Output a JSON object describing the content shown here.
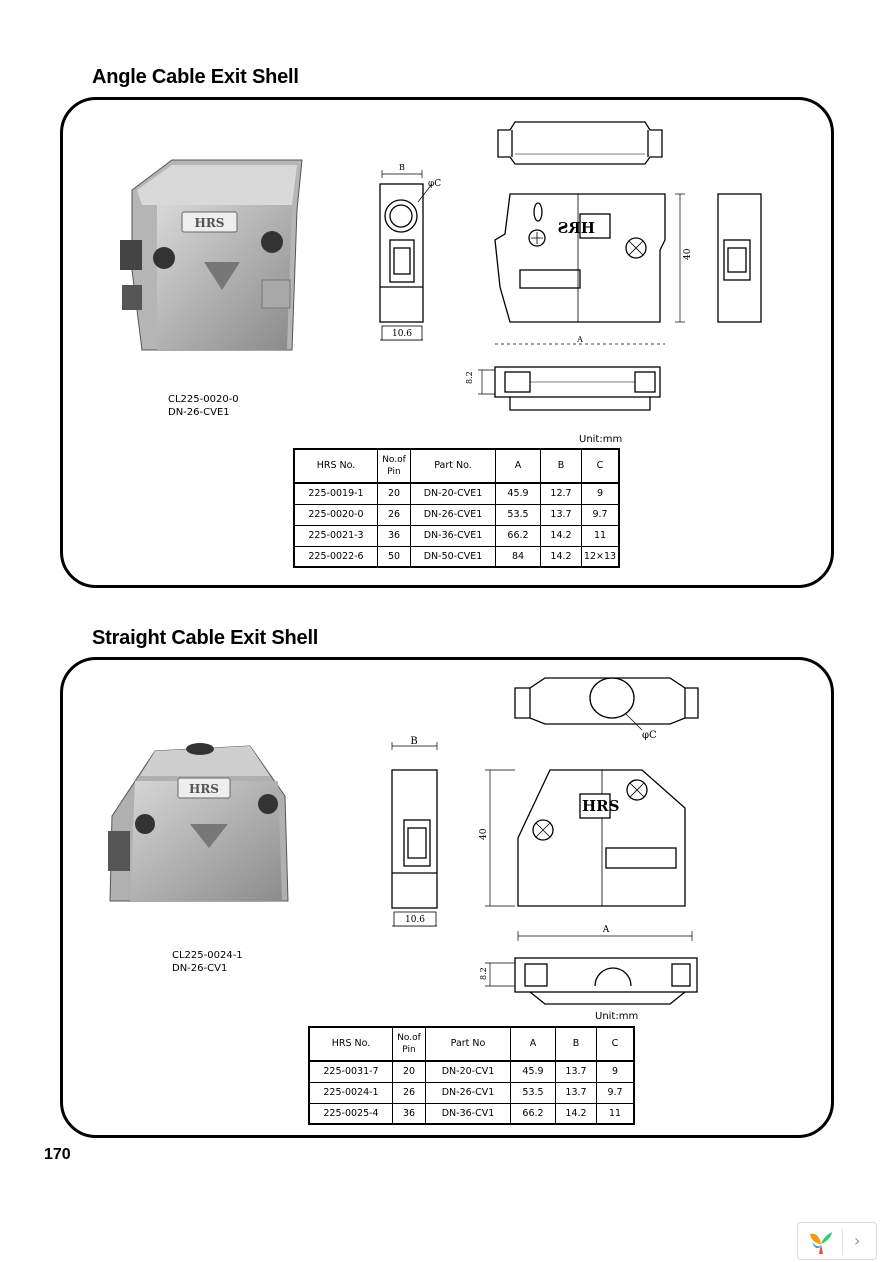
{
  "sections": [
    {
      "title": "Angle Cable Exit Shell",
      "caption": [
        "CL225-0020-0",
        "DN-26-CVE1"
      ],
      "unit": "Unit:mm",
      "drawing_labels": {
        "b": "B",
        "c": "φC",
        "width": "10.6",
        "height": "40",
        "a": "A",
        "depth": "8.2"
      },
      "table": {
        "headers": [
          "HRS No.",
          "No.of Pin",
          "Part No.",
          "A",
          "B",
          "C"
        ],
        "rows": [
          [
            "225-0019-1",
            "20",
            "DN-20-CVE1",
            "45.9",
            "12.7",
            "9"
          ],
          [
            "225-0020-0",
            "26",
            "DN-26-CVE1",
            "53.5",
            "13.7",
            "9.7"
          ],
          [
            "225-0021-3",
            "36",
            "DN-36-CVE1",
            "66.2",
            "14.2",
            "11"
          ],
          [
            "225-0022-6",
            "50",
            "DN-50-CVE1",
            "84",
            "14.2",
            "12×13"
          ]
        ]
      }
    },
    {
      "title": "Straight Cable Exit Shell",
      "caption": [
        "CL225-0024-1",
        "DN-26-CV1"
      ],
      "unit": "Unit:mm",
      "drawing_labels": {
        "b": "B",
        "c": "φC",
        "width": "10.6",
        "height": "40",
        "a": "A",
        "depth": "8.2"
      },
      "table": {
        "headers": [
          "HRS No.",
          "No.of Pin",
          "Part No",
          "A",
          "B",
          "C"
        ],
        "rows": [
          [
            "225-0031-7",
            "20",
            "DN-20-CV1",
            "45.9",
            "13.7",
            "9"
          ],
          [
            "225-0024-1",
            "26",
            "DN-26-CV1",
            "53.5",
            "13.7",
            "9.7"
          ],
          [
            "225-0025-4",
            "36",
            "DN-36-CV1",
            "66.2",
            "14.2",
            "11"
          ]
        ]
      }
    }
  ],
  "logo_text": "HRS",
  "page_number": "170",
  "viewer_nav": {
    "next_icon": "chevron-right-icon",
    "logo_icon": "viewer-logo-icon"
  }
}
